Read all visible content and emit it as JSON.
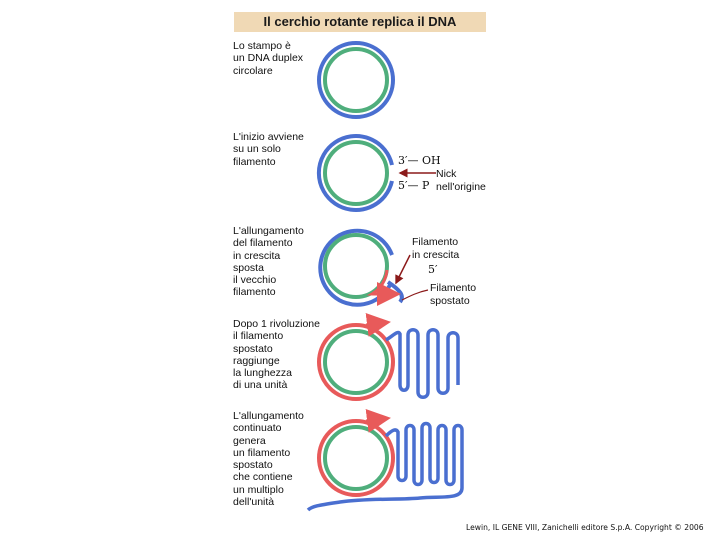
{
  "title": "Il cerchio rotante replica il DNA",
  "steps": [
    {
      "lines": [
        "Lo stampo è",
        "un DNA duplex",
        "circolare"
      ]
    },
    {
      "lines": [
        "L'inizio avviene",
        "su un solo",
        "filamento"
      ]
    },
    {
      "lines": [
        "L'allungamento",
        "del filamento",
        "in crescita",
        "sposta",
        "il vecchio",
        "filamento"
      ]
    },
    {
      "lines": [
        "Dopo 1 rivoluzione",
        "il filamento",
        "spostato",
        "raggiunge",
        "la lunghezza",
        "di una unità"
      ]
    },
    {
      "lines": [
        "L'allungamento",
        "continuato",
        "genera",
        "un filamento",
        "spostato",
        "che contiene",
        "un multiplo",
        "dell'unità"
      ]
    }
  ],
  "annotations": {
    "oh_end": "3′— OH",
    "p_end": "5′— P",
    "nick_line1": "Nick",
    "nick_line2": "nell'origine",
    "growing_line1": "Filamento",
    "growing_line2": "in crescita",
    "five_prime": "5′",
    "displaced_line1": "Filamento",
    "displaced_line2": "spostato"
  },
  "credit": "Lewin, IL GENE VIII, Zanichelli editore S.p.A. Copyright © 2006",
  "colors": {
    "green_strand": "#4fae7c",
    "blue_strand": "#4a6fd0",
    "red_strand": "#e85a5a",
    "title_bg": "#f0d9b5",
    "nick_arrow": "#8b1a1a"
  }
}
